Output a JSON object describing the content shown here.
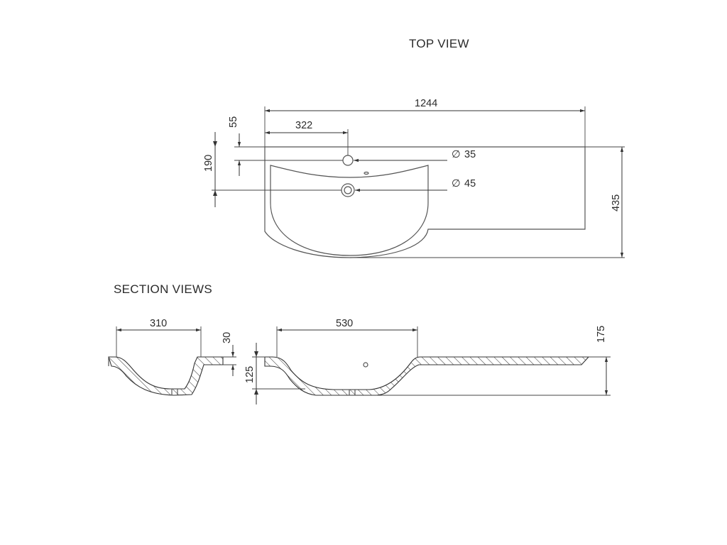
{
  "top_view": {
    "title": "TOP VIEW",
    "dims": {
      "overall_width": "1244",
      "tap_hole_offset": "322",
      "tap_hole_depth": "55",
      "waste_depth": "190",
      "overall_depth": "435",
      "tap_hole_diameter": "35",
      "waste_diameter": "45"
    }
  },
  "section_views": {
    "title": "SECTION VIEWS",
    "dims": {
      "section_a_width": "310",
      "section_a_rim": "30",
      "section_b_width": "530",
      "section_b_bowl_depth": "125",
      "section_b_total_height": "175"
    }
  }
}
